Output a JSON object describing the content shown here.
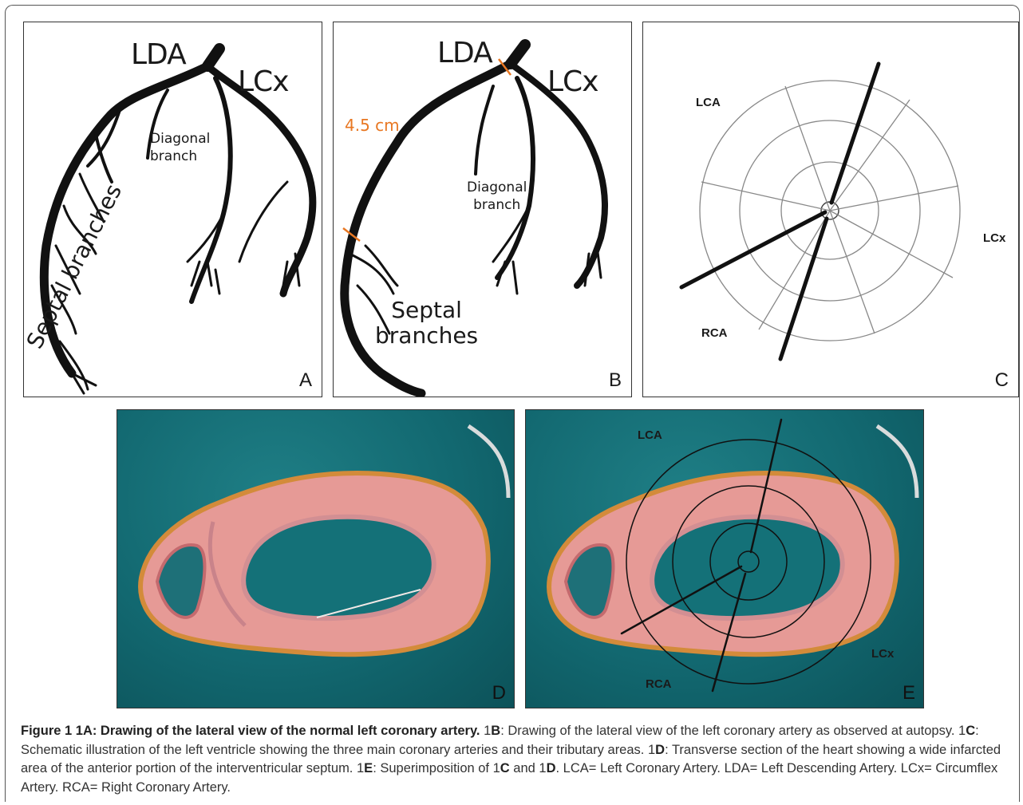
{
  "panel_a": {
    "lda": "LDA",
    "lcx": "LCx",
    "diagonal": "Diagonal\nbranch",
    "septal": "Septal branches",
    "letter": "A"
  },
  "panel_b": {
    "lda": "LDA",
    "lcx": "LCx",
    "length": "4.5 cm",
    "diagonal": "Diagonal\nbranch",
    "septal": "Septal\nbranches",
    "letter": "B"
  },
  "panel_c": {
    "lca": "LCA",
    "lcx": "LCx",
    "rca": "RCA",
    "letter": "C"
  },
  "panel_d": {
    "letter": "D"
  },
  "panel_e": {
    "lca": "LCA",
    "lcx": "LCx",
    "rca": "RCA",
    "letter": "E"
  },
  "caption": {
    "title": "Figure 1 1A: Drawing of the lateral view of the normal left coronary artery.",
    "p1_num": "1",
    "p1_letter": "B",
    "p1_text": ": Drawing of the lateral view of the left coronary artery as observed at autopsy. ",
    "p2_num": "1",
    "p2_letter": "C",
    "p2_text": ": Schematic illustration of the left ventricle showing the three main coronary arteries and their tributary areas. ",
    "p3_num": "1",
    "p3_letter": "D",
    "p3_text": ": Transverse section of the heart showing a wide infarcted area of the anterior portion of the interventricular septum. ",
    "p4_num": "1",
    "p4_letter": "E",
    "p4_text": ": Superimposition of 1",
    "p4_c": "C",
    "p4_and": " and 1",
    "p4_d": "D",
    "p4_rest": ". LCA= Left Coronary Artery. LDA= Left Descending Artery. LCx= Circumflex Artery. RCA= Right Coronary Artery."
  }
}
